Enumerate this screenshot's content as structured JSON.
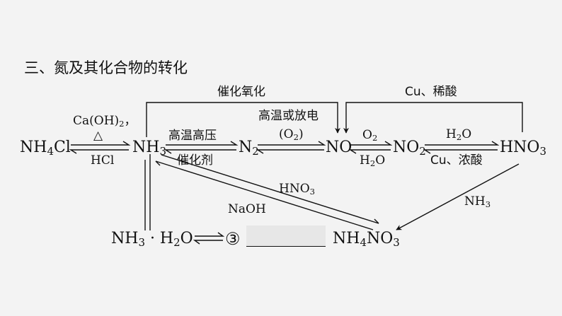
{
  "heading": "三、氮及其化合物的转化",
  "species": {
    "nh4cl": [
      "NH",
      "4",
      "Cl"
    ],
    "nh3": [
      "NH",
      "3",
      ""
    ],
    "n2": [
      "N",
      "2",
      ""
    ],
    "no": [
      "NO",
      "",
      ""
    ],
    "no2": [
      "NO",
      "2",
      ""
    ],
    "hno3": [
      "HNO",
      "3",
      ""
    ],
    "nh3h2o": [
      "NH",
      "3",
      " · H",
      "2",
      "O"
    ],
    "nh4no3": [
      "NH",
      "4",
      "NO",
      "3",
      ""
    ],
    "blank_number": "③"
  },
  "conditions": {
    "nh4cl_to_nh3_top": [
      "Ca(OH)",
      "2",
      "，"
    ],
    "nh4cl_to_nh3_heat": "△",
    "nh3_to_nh4cl": "HCl",
    "n2_to_nh3_top": "高温高压",
    "n2_to_nh3_bottom": "催化剂",
    "n2_to_no_top": "高温或放电",
    "n2_to_no_bottom": [
      "(O",
      "2",
      ")"
    ],
    "no_to_no2": [
      "O",
      "2",
      ""
    ],
    "no2_to_no": [
      "H",
      "2",
      "O"
    ],
    "no2_to_hno3": [
      "H",
      "2",
      "O"
    ],
    "hno3_to_no2": "Cu、浓酸",
    "nh3_to_no_loop": "催化氧化",
    "hno3_to_no_loop": "Cu、稀酸",
    "nh3_to_nh4no3": [
      "HNO",
      "3",
      ""
    ],
    "nh4no3_to_nh3": "NaOH",
    "hno3_to_nh4no3": [
      "NH",
      "3",
      ""
    ]
  }
}
